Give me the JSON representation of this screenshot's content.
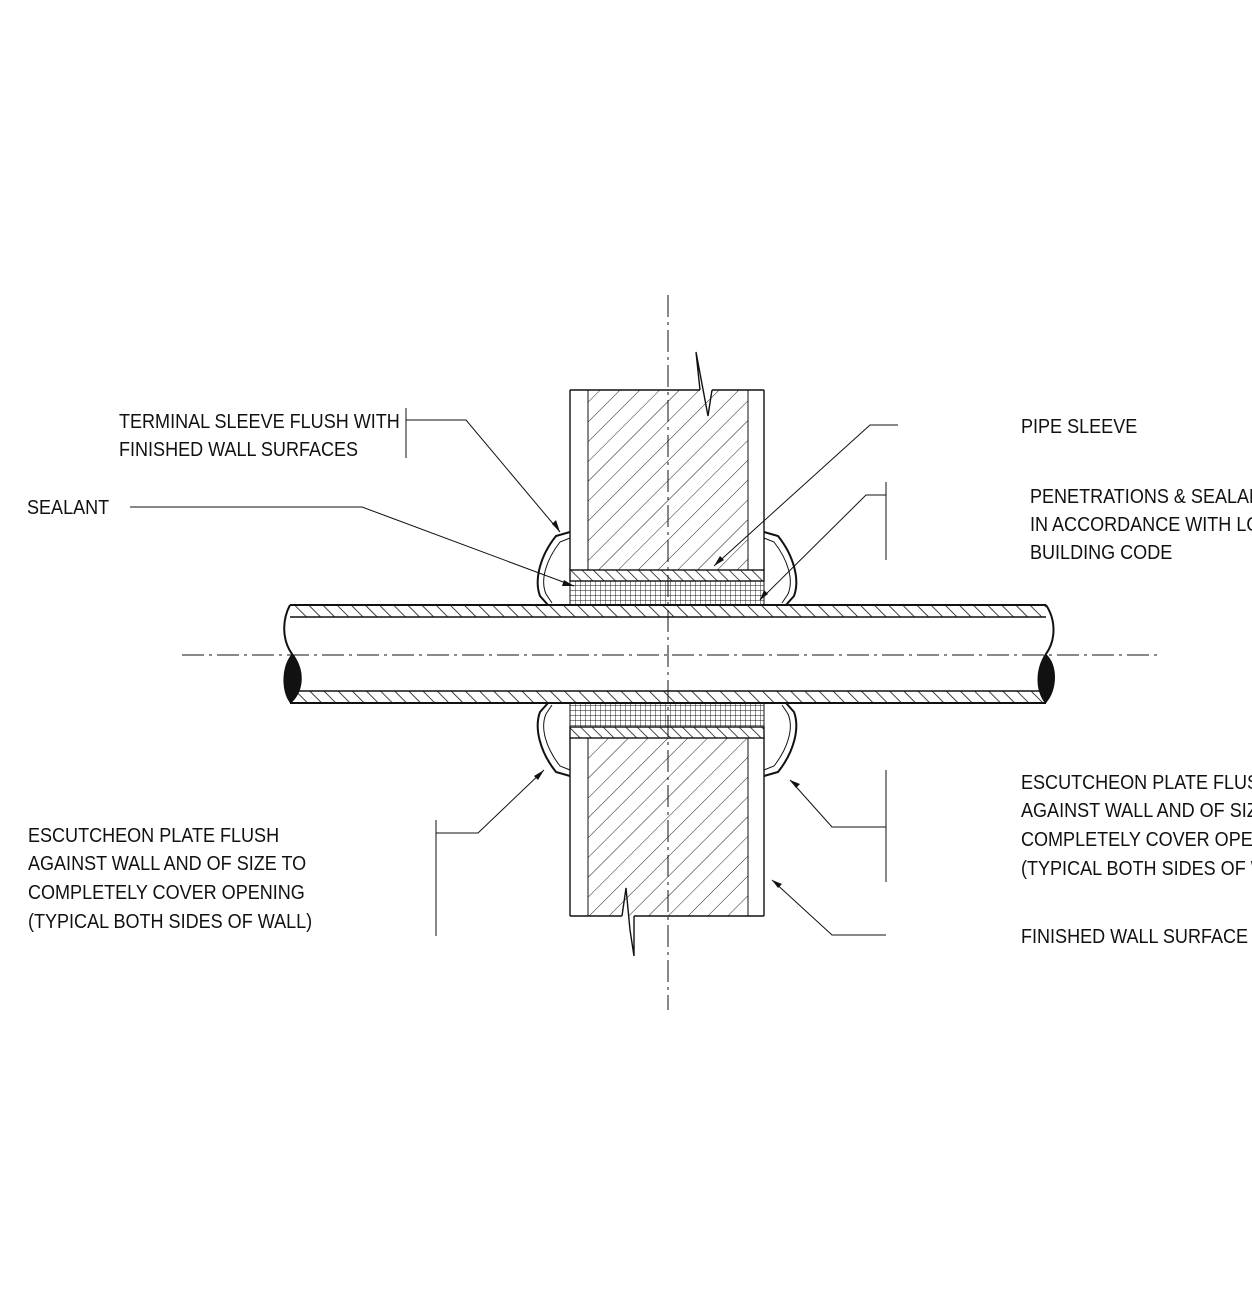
{
  "diagram": {
    "labels": {
      "terminal_sleeve": [
        "TERMINAL SLEEVE FLUSH WITH",
        "FINISHED WALL SURFACES"
      ],
      "sealant": [
        "SEALANT"
      ],
      "pipe_sleeve": [
        "PIPE SLEEVE"
      ],
      "penetrations": [
        "PENETRATIONS & SEALANT SHALL BE",
        "IN ACCORDANCE WITH LOCAL",
        "BUILDING CODE"
      ],
      "escutcheon_right": [
        "ESCUTCHEON PLATE FLUSH",
        "AGAINST WALL AND OF SIZE TO",
        "COMPLETELY COVER OPENING",
        "(TYPICAL BOTH SIDES OF WALL)"
      ],
      "escutcheon_left": [
        "ESCUTCHEON PLATE FLUSH",
        "AGAINST WALL AND OF SIZE TO",
        "COMPLETELY COVER OPENING",
        "(TYPICAL BOTH SIDES OF WALL)"
      ],
      "finished_wall": [
        "FINISHED WALL SURFACE"
      ]
    }
  }
}
